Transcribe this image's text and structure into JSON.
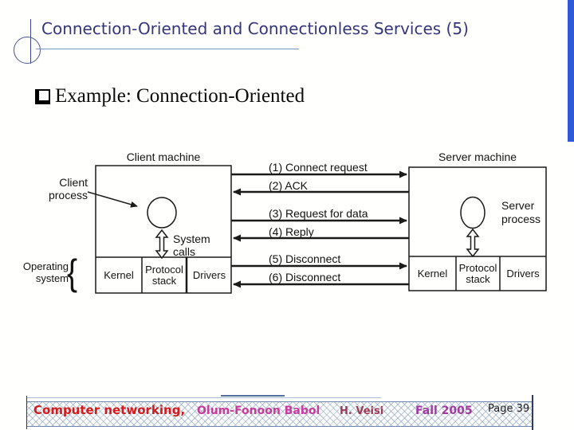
{
  "slide": {
    "title": "Connection-Oriented and Connectionless Services (5)",
    "bullet_text": "Example: Connection-Oriented"
  },
  "diagram": {
    "client": {
      "machine_label": "Client machine",
      "process_label": "Client process",
      "system_calls_label": "System calls",
      "os_label": "Operating system",
      "os_brace": "{",
      "cells": [
        "Kernel",
        "Protocol stack",
        "Drivers"
      ]
    },
    "server": {
      "machine_label": "Server machine",
      "process_label": "Server process",
      "cells": [
        "Kernel",
        "Protocol stack",
        "Drivers"
      ]
    },
    "messages": [
      {
        "label": "(1) Connect request",
        "direction": "right"
      },
      {
        "label": "(2) ACK",
        "direction": "left"
      },
      {
        "label": "(3) Request for data",
        "direction": "right"
      },
      {
        "label": "(4) Reply",
        "direction": "left"
      },
      {
        "label": "(5) Disconnect",
        "direction": "right"
      },
      {
        "label": "(6) Disconnect",
        "direction": "left"
      }
    ]
  },
  "footer": {
    "course": "Computer networking,",
    "institute": "Olum-Fonoon Babol",
    "author": "H. Veisi",
    "term": "Fall 2005",
    "page": "Page 39"
  },
  "colors": {
    "title": "#35357C",
    "accent_bar": "#2E59D9",
    "diagram_ink": "#1A1A1A",
    "footer_course": "#D41A1A",
    "footer_institute": "#C93A9C",
    "footer_author": "#A03A52",
    "footer_term": "#A13AA1",
    "footer_page": "#222222"
  }
}
